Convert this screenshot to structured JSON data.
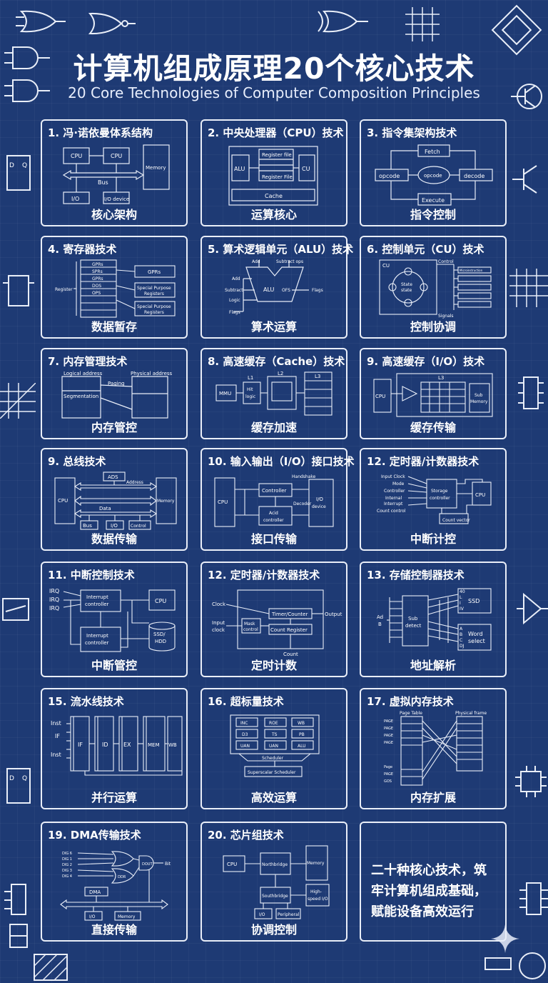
{
  "header": {
    "title_cn": "计算机组成原理20个核心技术",
    "title_en": "20 Core Technologies of Computer Composition Principles"
  },
  "cards": [
    {
      "title": "1. 冯·诺依曼体系结构",
      "caption": "核心架构",
      "labels": {
        "cpu1": "CPU",
        "cpu2": "CPU",
        "memory": "Memory",
        "bus": "Bus",
        "io": "I/O",
        "iodev": "I/O device"
      }
    },
    {
      "title": "2. 中央处理器（CPU）技术",
      "caption": "运算核心",
      "labels": {
        "alu": "ALU",
        "cu": "CU",
        "rf1": "Register file",
        "rf2": "Register File",
        "cache": "Cache"
      }
    },
    {
      "title": "3. 指令集架构技术",
      "caption": "指令控制",
      "labels": {
        "fetch": "Fetch",
        "opcode1": "opcode",
        "opcode2": "opcode",
        "decode": "decode",
        "execute": "Execute"
      }
    },
    {
      "title": "4. 寄存器技术",
      "caption": "数据暂存",
      "labels": {
        "register": "Register",
        "r1": "GPRs",
        "r2": "SPRs",
        "r3": "GPRs",
        "r4": "DOS",
        "r5": "OPS",
        "gprs": "GPRs",
        "sp1a": "Special Purpose",
        "sp1b": "Registers",
        "sp2a": "Special Purpose",
        "sp2b": "Registers"
      }
    },
    {
      "title": "5. 算术逻辑单元（ALU）技术",
      "caption": "算术运算",
      "labels": {
        "add_top": "Add",
        "subtract": "Subtract ops",
        "add": "Add",
        "subtract2": "Subtract",
        "logic": "Logic",
        "flags_in": "Flags",
        "alu": "ALU",
        "ofs": "OFS",
        "flags": "Flags"
      }
    },
    {
      "title": "6. 控制单元（CU）技术",
      "caption": "控制协调",
      "labels": {
        "cu": "CU",
        "control": "Control",
        "state1": "State",
        "state2": "state",
        "signals": "Signals",
        "m": "Microinstruction"
      }
    },
    {
      "title": "7. 内存管理技术",
      "caption": "内存管控",
      "labels": {
        "logical": "Logical address",
        "physical": "Physical address",
        "paging": "Paging",
        "segmentation": "Segmentation"
      }
    },
    {
      "title": "8. 高速缓存（Cache）技术",
      "caption": "缓存加速",
      "labels": {
        "mmu": "MMU",
        "l1": "L1",
        "l1b": "Hit",
        "l1c": "logic",
        "l2": "L2",
        "l3": "L3"
      }
    },
    {
      "title": "9. 高速缓存（I/O）技术",
      "caption": "缓存传输",
      "labels": {
        "l3": "L3",
        "cpu": "CPU",
        "main1": "Sub",
        "main2": "Memory"
      }
    },
    {
      "title": "9. 总线技术",
      "caption": "数据传输",
      "labels": {
        "ads": "ADS",
        "address": "Address",
        "cpu": "CPU",
        "memory": "Memory",
        "data": "Data",
        "bus": "Bus",
        "io": "I/O",
        "control": "Control"
      }
    },
    {
      "title": "10. 输入输出（I/O）接口技术",
      "caption": "接口传输",
      "labels": {
        "handshake": "Handshake",
        "cpu": "CPU",
        "controller": "Controller",
        "io1": "I/O",
        "io2": "device",
        "decoder": "Decoder",
        "ac1": "Acid",
        "ac2": "controller"
      }
    },
    {
      "title": "12. 定时器/计数器技术",
      "caption": "中断计控",
      "labels": {
        "l1": "Input Clock",
        "l2": "Mode",
        "l3": "Controller",
        "l4": "Internal",
        "l5": "Interrupt",
        "l6": "Count control",
        "st1": "Storage",
        "st2": "controller",
        "cpu": "CPU",
        "count": "Count vector"
      }
    },
    {
      "title": "11. 中断控制技术",
      "caption": "中断管控",
      "labels": {
        "irq1": "IRQ",
        "irq2": "IRQ",
        "irq3": "IRQ",
        "ic1": "Interrupt",
        "ic2": "controller",
        "cpu": "CPU",
        "ic3": "Interrupt",
        "ic4": "controller",
        "ssd1": "SSD/",
        "ssd2": "HDD"
      }
    },
    {
      "title": "12. 定时器/计数器技术",
      "caption": "定时计数",
      "labels": {
        "clock": "Clock",
        "input1": "Input",
        "input2": "clock",
        "tc": "Timer/Counter",
        "output": "Output",
        "mc1": "Mask",
        "mc2": "control",
        "cr": "Count Register",
        "count": "Count"
      }
    },
    {
      "title": "13. 存储控制器技术",
      "caption": "地址解析",
      "labels": {
        "ad": "Ad",
        "b": "B",
        "sd1": "Sub",
        "sd2": "detect",
        "ssd": "SSD",
        "w1": "Word",
        "w2": "select",
        "p1": "40",
        "p2": "L",
        "p3": "I",
        "p4": "IV",
        "q1": "A",
        "q2": "B",
        "q3": "C",
        "q4": "DJ"
      }
    },
    {
      "title": "15. 流水线技术",
      "caption": "并行运算",
      "labels": {
        "inst1": "Inst",
        "if_l": "IF",
        "inst2": "Inst",
        "if": "IF",
        "id": "ID",
        "ex": "EX",
        "mem": "MEM",
        "wb": "WB"
      }
    },
    {
      "title": "16. 超标量技术",
      "caption": "高效运算",
      "labels": {
        "c1": "INC",
        "c2": "ROE",
        "c3": "WB",
        "c4": "D3",
        "c5": "TS",
        "c6": "PB",
        "c7": "UAN",
        "c8": "UAN",
        "c9": "ALU",
        "scheduler": "Scheduler",
        "ss": "Superscalar Scheduler"
      }
    },
    {
      "title": "17. 虚拟内存技术",
      "caption": "内存扩展",
      "labels": {
        "pt": "Page Table",
        "pf": "Physical frame",
        "pg1": "PAGE",
        "pg2": "PAGE",
        "pg3": "PAGE",
        "pg4": "PAGE",
        "pg5": "Page",
        "pg6": "PAGE",
        "pg7": "GOS"
      }
    },
    {
      "title": "19. DMA传输技术",
      "caption": "直接传输",
      "labels": {
        "d1": "DIG 6",
        "d2": "DIG 1",
        "d3": "DIG 2",
        "d4": "DIG 3",
        "d5": "DIG 4",
        "dma": "DMA",
        "bit": "Bit",
        "dout": "DOUT",
        "ddr": "DDR",
        "io": "I/O",
        "memory": "Memory"
      }
    },
    {
      "title": "20. 芯片组技术",
      "caption": "协调控制",
      "labels": {
        "cpu": "CPU",
        "nb": "Northbridge",
        "memory": "Memory",
        "sb": "Southbridge",
        "hs1": "High-",
        "hs2": "speed I/O",
        "io": "I/O",
        "peripheral": "Peripheral"
      }
    }
  ],
  "summary": {
    "line1": "二十种核心技术，筑",
    "line2": "牢计算机组成基础，",
    "line3": "赋能设备高效运行"
  },
  "colors": {
    "background": "#1e3a74",
    "line": "#e9eef8"
  },
  "icons": [
    "or-gate-icon",
    "and-gate-icon",
    "transistor-icon",
    "chip-icon",
    "flipflop-icon",
    "grid-icon",
    "sparkle-icon"
  ]
}
